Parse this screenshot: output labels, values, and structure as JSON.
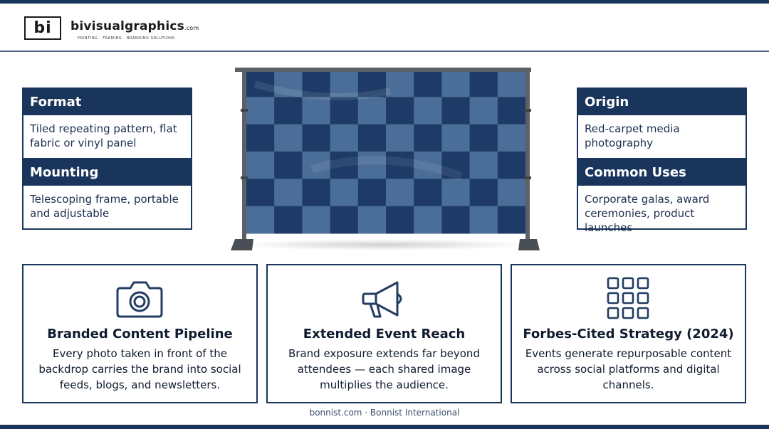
{
  "header": {
    "logo_text": "bi",
    "brand_name": "bivisualgraphics",
    "brand_suffix": ".com",
    "tagline": "PRINTING · FRAMING · BRANDING SOLUTIONS"
  },
  "cards": {
    "format": {
      "title": "Format",
      "text": "Tiled repeating pattern, flat fabric or vinyl panel"
    },
    "mounting": {
      "title": "Mounting",
      "text": "Telescoping frame, portable and adjustable"
    },
    "origin": {
      "title": "Origin",
      "text": "Red-carpet media photography"
    },
    "uses": {
      "title": "Common Uses",
      "text": "Corporate galas, award ceremonies, product launches"
    }
  },
  "features": [
    {
      "icon": "camera-icon",
      "title": "Branded Content Pipeline",
      "text": "Every photo taken in front of the backdrop carries the brand into social feeds, blogs, and newsletters."
    },
    {
      "icon": "megaphone-icon",
      "title": "Extended Event Reach",
      "text": "Brand exposure extends far beyond attendees — each shared image multiplies the audience."
    },
    {
      "icon": "grid-icon",
      "title": "Forbes-Cited Strategy (2024)",
      "text": "Events generate repurposable content across social platforms and digital channels."
    }
  ],
  "footer": {
    "text": "bonnist.com · Bonnist International"
  },
  "colors": {
    "navy": "#1a355b",
    "tile_dark": "#1d3b66",
    "tile_light": "#4b6e98",
    "frame": "#5c6168"
  }
}
